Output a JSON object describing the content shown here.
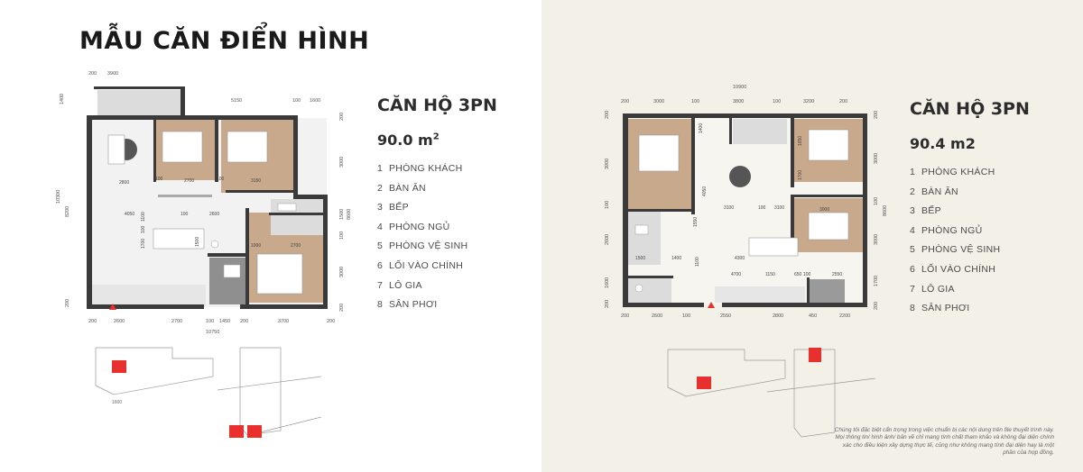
{
  "page": {
    "title": "MẪU CĂN ĐIỂN HÌNH"
  },
  "units": [
    {
      "title": "CĂN HỘ 3PN",
      "area_value": "90.0 m",
      "area_sup": "2",
      "rooms": [
        {
          "num": "1",
          "label": "PHÒNG KHÁCH"
        },
        {
          "num": "2",
          "label": "BÀN ĂN"
        },
        {
          "num": "3",
          "label": "BẾP"
        },
        {
          "num": "4",
          "label": "PHÒNG NGỦ"
        },
        {
          "num": "5",
          "label": "PHÒNG VỆ SINH"
        },
        {
          "num": "6",
          "label": "LỐI VÀO CHÍNH"
        },
        {
          "num": "7",
          "label": "LÔ GIA"
        },
        {
          "num": "8",
          "label": "SÂN PHƠI"
        }
      ],
      "dims": {
        "top1": "200",
        "top2": "3900",
        "top3": "5150",
        "top4": "100",
        "top5": "1600",
        "left1": "1400",
        "left2": "10300",
        "left3": "8200",
        "left4": "200",
        "right1": "200",
        "right2": "3000",
        "right3": "8600",
        "right4": "1500",
        "right5": "100",
        "right6": "3000",
        "right7": "200",
        "bot1": "200",
        "bot2": "2600",
        "bot3": "2700",
        "bot4": "100",
        "bot5": "1450",
        "bot6": "200",
        "bot7": "3700",
        "bot8": "200",
        "bot_total": "10750",
        "in1": "2800",
        "in2": "100",
        "in3": "2700",
        "in4": "100",
        "in5": "3150",
        "in6": "4050",
        "in7": "100",
        "in8": "2600",
        "in9": "1100",
        "in10": "100",
        "in11": "1700",
        "in12": "1500",
        "in13": "1000",
        "in14": "2700",
        "site_note": "1600"
      }
    },
    {
      "title": "CĂN HỘ 3PN",
      "area_value": "90.4 m2",
      "rooms": [
        {
          "num": "1",
          "label": "PHÒNG KHÁCH"
        },
        {
          "num": "2",
          "label": "BÀN ĂN"
        },
        {
          "num": "3",
          "label": "BẾP"
        },
        {
          "num": "4",
          "label": "PHÒNG NGỦ"
        },
        {
          "num": "5",
          "label": "PHÒNG VỆ SINH"
        },
        {
          "num": "6",
          "label": "LỐI VÀO CHÍNH"
        },
        {
          "num": "7",
          "label": "LÔ GIA"
        },
        {
          "num": "8",
          "label": "SÂN PHƠI"
        }
      ],
      "dims": {
        "top_total": "10900",
        "top1": "200",
        "top2": "3000",
        "top3": "100",
        "top4": "3800",
        "top5": "100",
        "top6": "3200",
        "top7": "200",
        "left1": "200",
        "left2": "3900",
        "left3": "100",
        "left4": "2600",
        "left5": "1600",
        "left6": "200",
        "right1": "200",
        "right2": "3000",
        "right3": "8600",
        "right4": "100",
        "right5": "3000",
        "right6": "1700",
        "right7": "200",
        "bot1": "200",
        "bot2": "2600",
        "bot3": "100",
        "bot4": "2550",
        "bot5": "2800",
        "bot6": "450",
        "bot7": "2200",
        "in1": "1400",
        "in2": "1650",
        "in3": "1700",
        "in4": "4050",
        "in5": "3100",
        "in6": "100",
        "in7": "3100",
        "in8": "1550",
        "in9": "1500",
        "in10": "1400",
        "in11": "1100",
        "in12": "4300",
        "in13": "4700",
        "in14": "1150",
        "in15": "650",
        "in16": "100",
        "in17": "2550",
        "in18": "3000"
      }
    }
  ],
  "disclaimer": "Chúng tôi đặc biệt cẩn trọng trong việc chuẩn bị các nội dung trên file thuyết trình này. Mọi thông tin/ hình ảnh/ bản vẽ chỉ mang tính chất tham khảo và không đại diện chính xác cho điều kiện xây dựng thực tế, cũng như không mang tính đại diện hay là một phần của hợp đồng.",
  "colors": {
    "wall": "#3a3a3a",
    "wood_floor": "#c9a98b",
    "tile_floor": "#ececec",
    "wet_floor": "#9a9a9a",
    "highlight": "#e8312f",
    "right_bg": "#f3f0e8"
  }
}
